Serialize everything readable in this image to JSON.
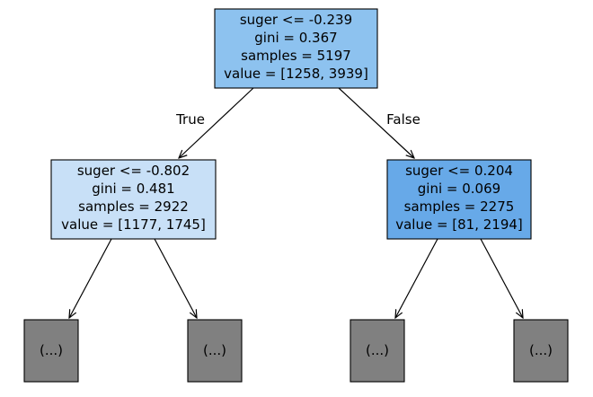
{
  "tree": {
    "root": {
      "lines": [
        "suger <= -0.239",
        "gini = 0.367",
        "samples = 5197",
        "value = [1258, 3939]"
      ],
      "fill": "#8dc2ef"
    },
    "left": {
      "lines": [
        "suger <= -0.802",
        "gini = 0.481",
        "samples = 2922",
        "value = [1177, 1745]"
      ],
      "fill": "#c8e0f7"
    },
    "right": {
      "lines": [
        "suger <= 0.204",
        "gini = 0.069",
        "samples = 2275",
        "value = [81, 2194]"
      ],
      "fill": "#67a9e8"
    },
    "leaves": [
      {
        "label": "(...)",
        "fill": "#808080"
      },
      {
        "label": "(...)",
        "fill": "#808080"
      },
      {
        "label": "(...)",
        "fill": "#808080"
      },
      {
        "label": "(...)",
        "fill": "#808080"
      }
    ],
    "edge_labels": {
      "true_label": "True",
      "false_label": "False"
    }
  }
}
